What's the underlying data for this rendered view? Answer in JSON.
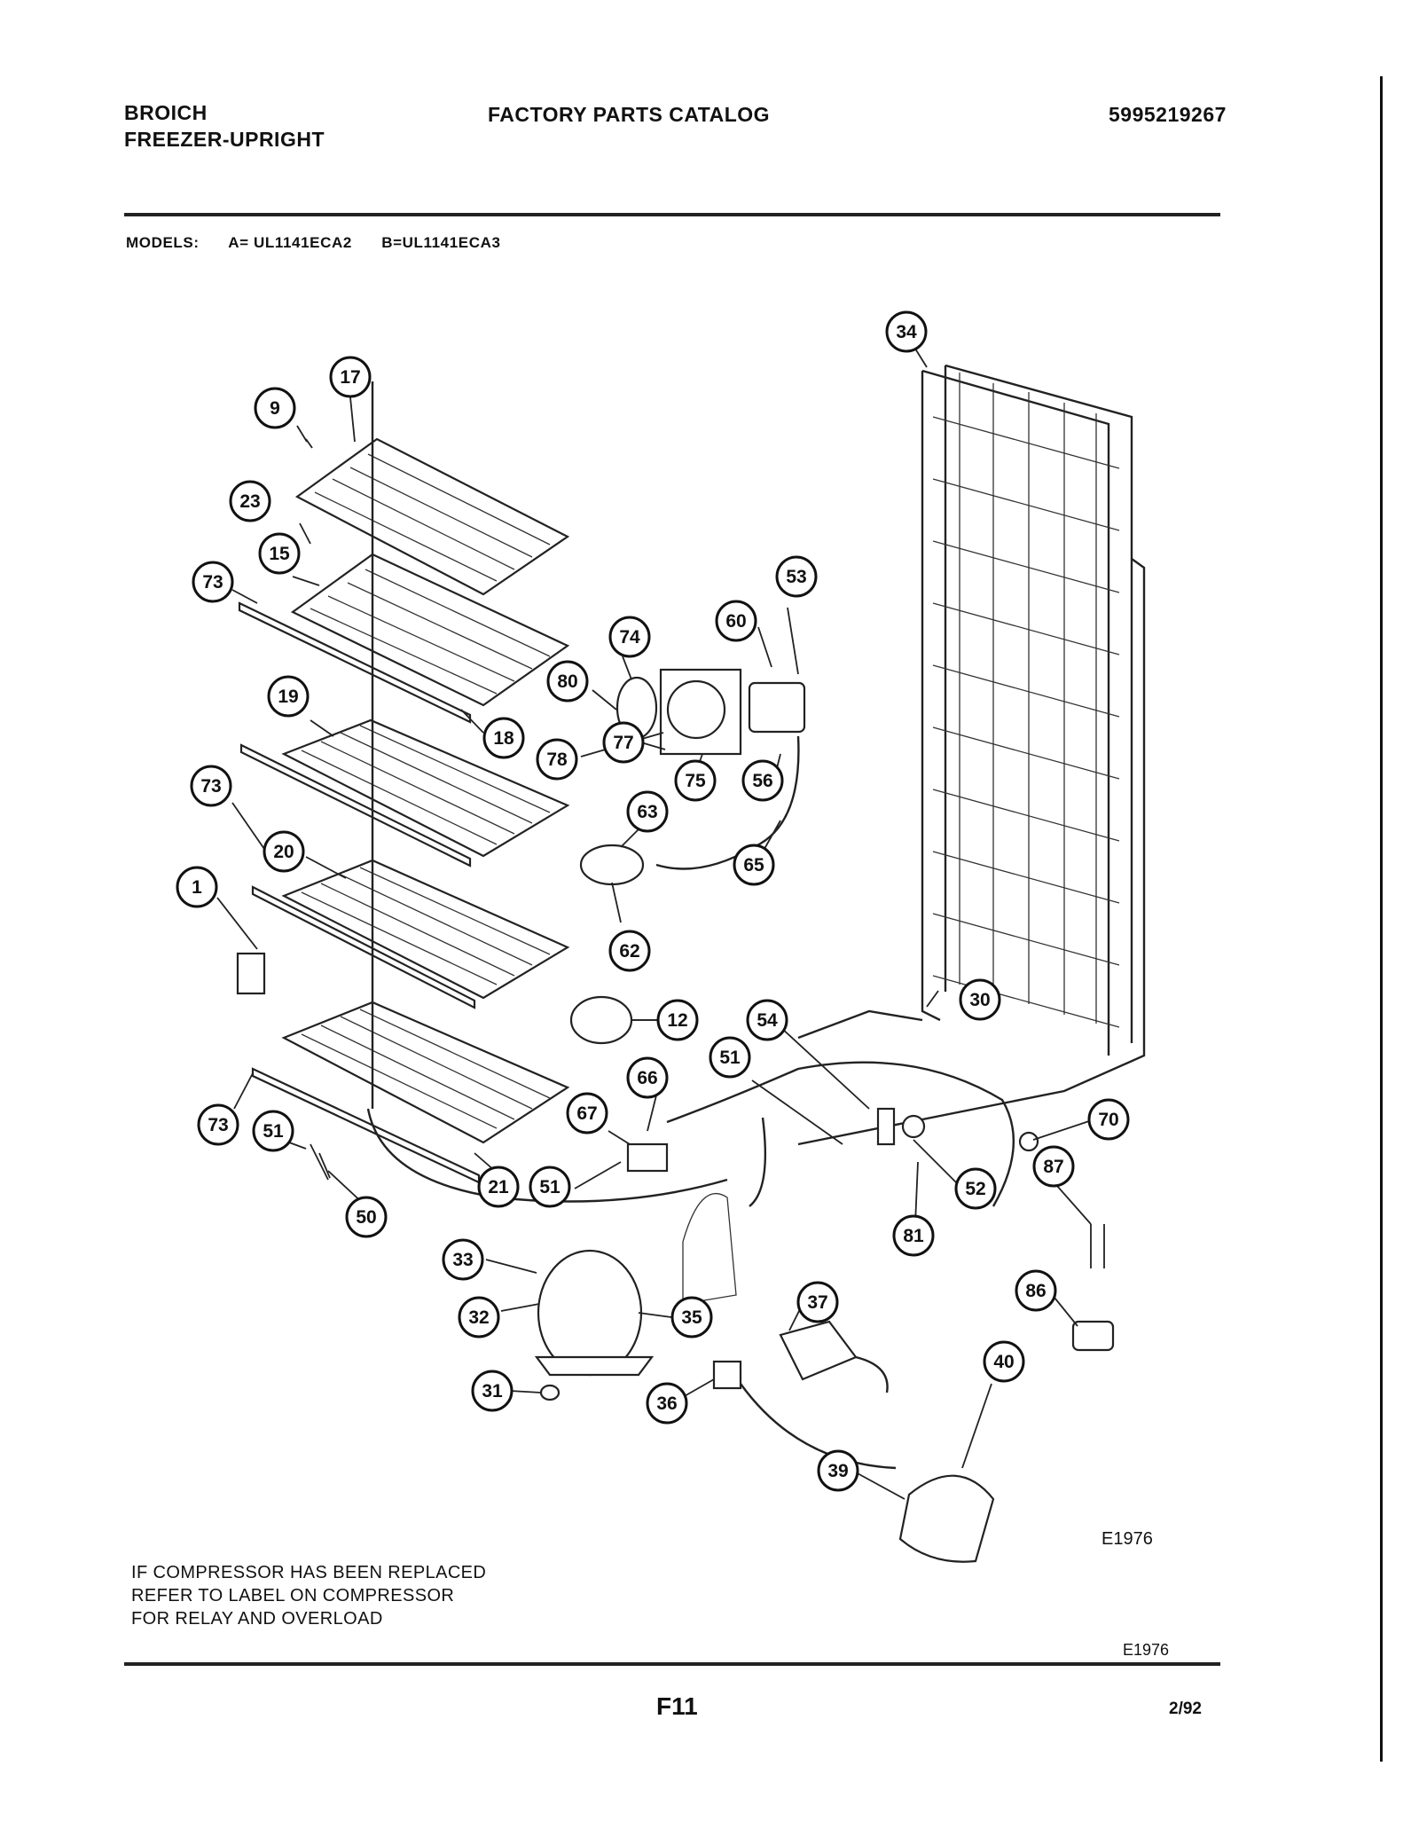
{
  "header": {
    "brand_line1": "BROICH",
    "brand_line2": "FREEZER-UPRIGHT",
    "catalog_title": "FACTORY PARTS CATALOG",
    "document_number": "5995219267"
  },
  "models": {
    "label": "MODELS:",
    "model_a": "A= UL1141ECA2",
    "model_b": "B=UL1141ECA3"
  },
  "callouts": [
    "34",
    "17",
    "9",
    "23",
    "15",
    "73",
    "53",
    "60",
    "74",
    "80",
    "19",
    "18",
    "78",
    "77",
    "75",
    "56",
    "63",
    "65",
    "73",
    "20",
    "1",
    "62",
    "30",
    "12",
    "54",
    "51",
    "66",
    "70",
    "67",
    "73",
    "51",
    "21",
    "51",
    "52",
    "87",
    "50",
    "81",
    "33",
    "32",
    "35",
    "37",
    "86",
    "31",
    "36",
    "40",
    "39"
  ],
  "diagram_code": "E1976",
  "note": {
    "line1": "IF COMPRESSOR HAS BEEN REPLACED",
    "line2": "REFER TO LABEL ON COMPRESSOR",
    "line3": "FOR RELAY AND OVERLOAD"
  },
  "footer": {
    "diagram_code": "E1976",
    "page_id": "F11",
    "date": "2/92"
  }
}
